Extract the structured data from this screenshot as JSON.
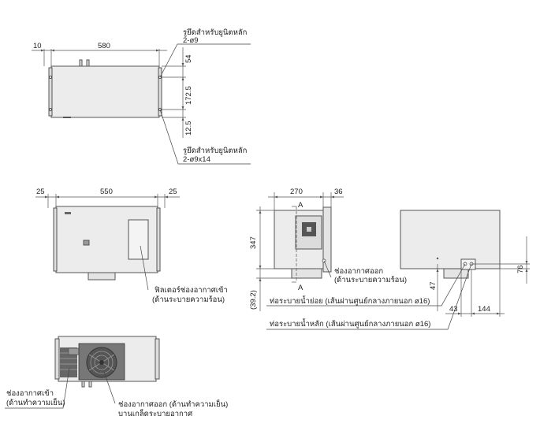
{
  "dims": {
    "top_10": "10",
    "top_580": "580",
    "top_54": "54",
    "top_172_5": "172.5",
    "top_12_5": "12.5",
    "front_25_left": "25",
    "front_550": "550",
    "front_25_right": "25",
    "side_270": "270",
    "side_36": "36",
    "side_347": "347",
    "side_39_2": "(39.2)",
    "side_A_top": "A",
    "side_A_bottom": "A",
    "rear_76": "76",
    "rear_47": "47",
    "rear_43": "43",
    "rear_144": "144"
  },
  "labels": {
    "bolt_hole_2_9_line1": "รูยึดสำหรับยูนิตหลัก",
    "bolt_hole_2_9_line2": "2-ø9",
    "bolt_hole_2_9x14_line1": "รูยึดสำหรับยูนิตหลัก",
    "bolt_hole_2_9x14_line2": "2-ø9x14",
    "filter_line1": "ฟิลเตอร์ช่องอากาศเข้า",
    "filter_line2": "(ด้านระบายความร้อน)",
    "outlet_hot_line1": "ช่องอากาศออก",
    "outlet_hot_line2": "(ด้านระบายความร้อน)",
    "sub_drain": "ท่อระบายน้ำย่อย (เส้นผ่านศูนย์กลางภายนอก ø16)",
    "main_drain": "ท่อระบายน้ำหลัก (เส้นผ่านศูนย์กลางภายนอก ø16)",
    "inlet_cold_line1": "ช่องอากาศเข้า",
    "inlet_cold_line2": "(ด้านทำความเย็น)",
    "outlet_cold_line1": "ช่องอากาศออก (ด้านทำความเย็น)",
    "outlet_cold_line2": "บานเกล็ดระบายอากาศ"
  },
  "colors": {
    "body_fill": "#ececec",
    "line": "#555555"
  }
}
